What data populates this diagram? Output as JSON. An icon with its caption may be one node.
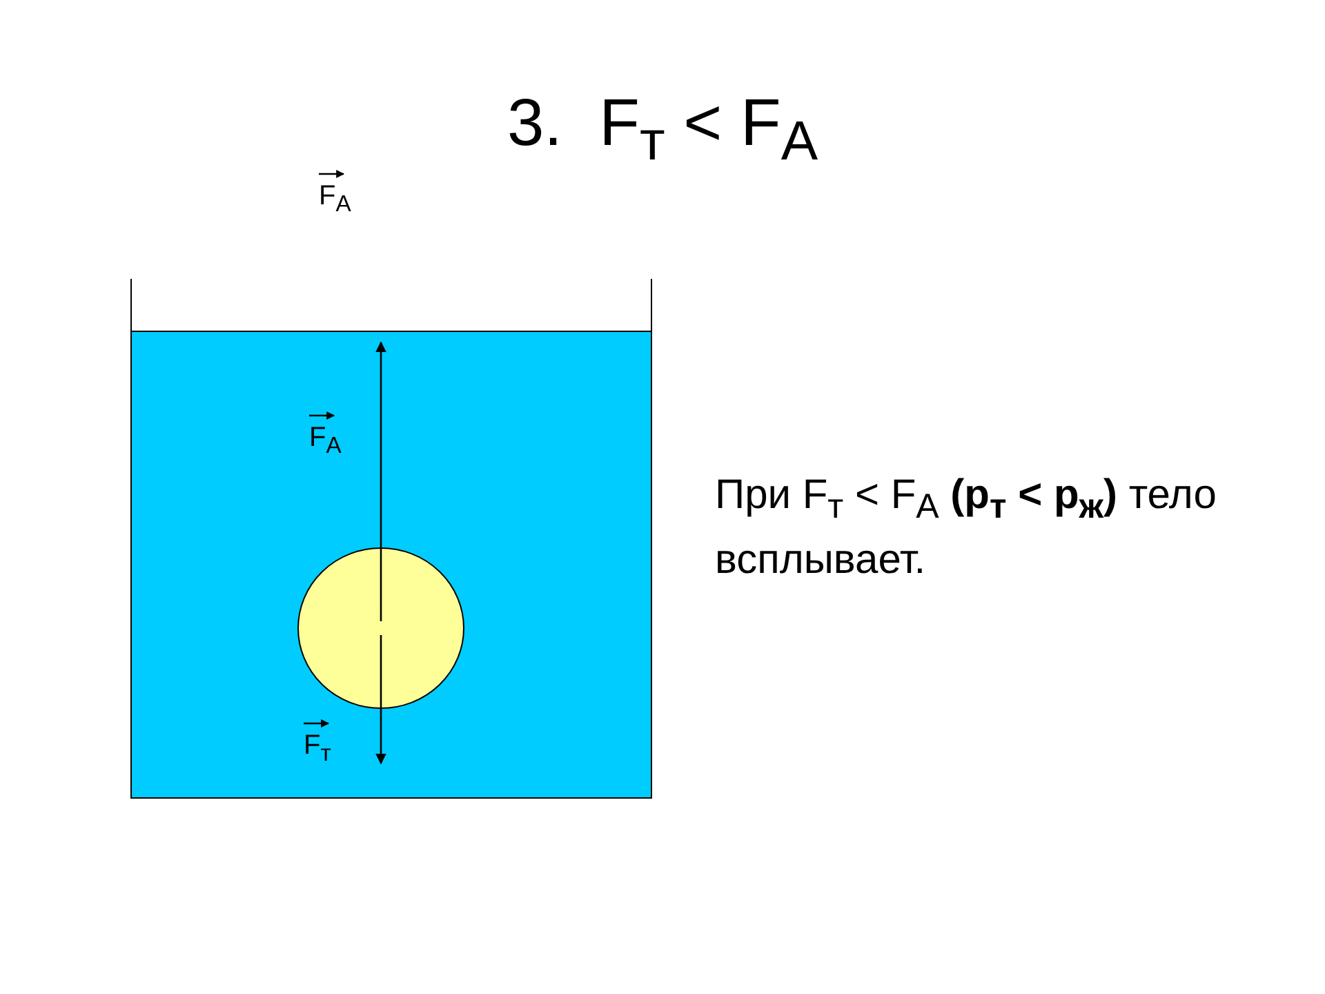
{
  "diagram": {
    "title": "3.  F$_{т}$ < F$_{А}$",
    "labels": [
      "F$_{А}$",
      "F$_{А}$",
      "F$_{т}$",
      "При F$_{т}$ < F$_{А}$  **(p$_{т}$ < p$_{ж}$)** тело всплывает."
    ]
  }
}
